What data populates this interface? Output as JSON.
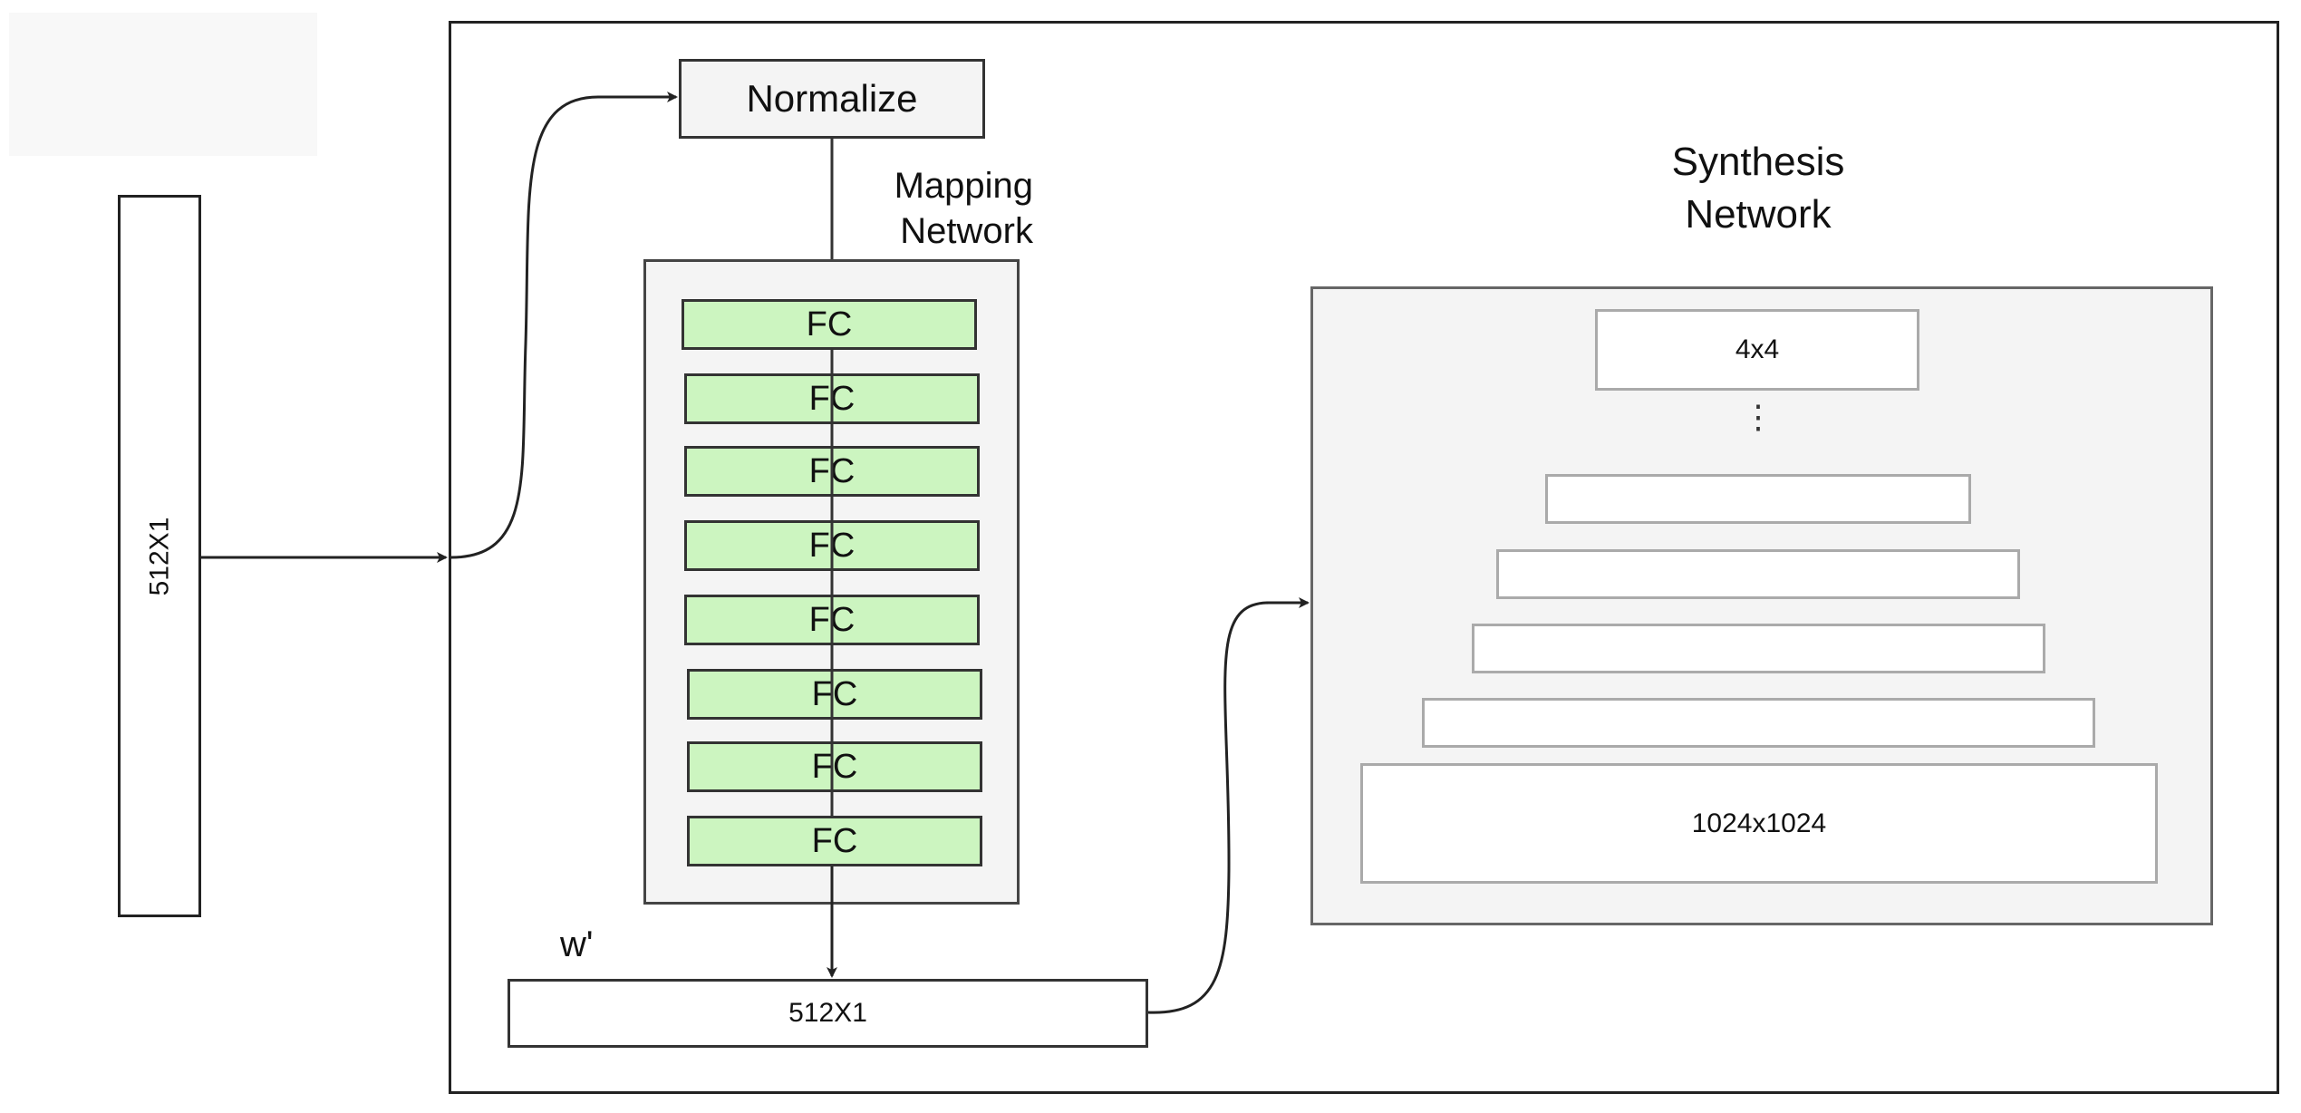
{
  "input_vector": {
    "label": "512X1"
  },
  "normalize": {
    "label": "Normalize"
  },
  "mapping_network": {
    "title_line1": "Mapping",
    "title_line2": "Network",
    "fc_layers": [
      "FC",
      "FC",
      "FC",
      "FC",
      "FC",
      "FC",
      "FC",
      "FC"
    ]
  },
  "latent_w": {
    "label": "w'",
    "vector_label": "512X1"
  },
  "synthesis_network": {
    "title_line1": "Synthesis",
    "title_line2": "Network",
    "ellipsis": "⋮",
    "layers": [
      "4x4",
      "",
      "",
      "",
      "",
      "1024x1024"
    ]
  },
  "colors": {
    "fc_fill": "#ccf5c0",
    "container_fill": "#f4f4f4",
    "stroke": "#222222"
  }
}
